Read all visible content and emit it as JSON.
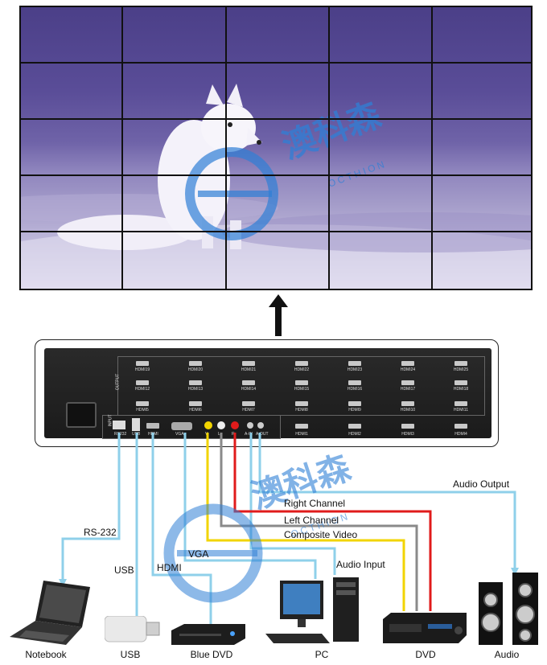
{
  "video_wall": {
    "rows": 5,
    "cols": 5
  },
  "watermark": {
    "chinese": "澳科森",
    "english": "OCTHION"
  },
  "device": {
    "input_port_labels": [
      "HDMI19",
      "HDMI20",
      "HDMI21",
      "HDMI22",
      "HDMI23",
      "HDMI24",
      "HDMI25",
      "HDMI12",
      "HDMI13",
      "HDMI14",
      "HDMI15",
      "HDMI16",
      "HDMI17",
      "HDMI18",
      "HDMI5",
      "HDMI6",
      "HDMI7",
      "HDMI8",
      "HDMI9",
      "HDMI10",
      "HDMI11"
    ],
    "bottom_port_labels": [
      "HDMI1",
      "HDMI2",
      "HDMI3",
      "HDMI4"
    ],
    "panel_labels": [
      "RS232",
      "USB",
      "HDMI",
      "VGA",
      "V",
      "L",
      "R",
      "A-IN",
      "A-OUT",
      "OUTPUT",
      "INPUT"
    ]
  },
  "connection_labels": {
    "audio_output": "Audio Output",
    "right_channel": "Right Channel",
    "left_channel": "Left Channel",
    "composite_video": "Composite Video",
    "rs232": "RS-232",
    "vga": "VGA",
    "audio_input": "Audio Input",
    "usb": "USB",
    "hdmi": "HDMI"
  },
  "devices": [
    {
      "key": "notebook",
      "label": "Notebook"
    },
    {
      "key": "usb",
      "label": "USB"
    },
    {
      "key": "blue_dvd",
      "label": "Blue DVD"
    },
    {
      "key": "pc",
      "label": "PC"
    },
    {
      "key": "dvd",
      "label": "DVD"
    },
    {
      "key": "audio",
      "label": "Audio"
    }
  ],
  "colors": {
    "wire_blue": "#8fd0ea",
    "wire_yellow": "#f2d400",
    "wire_red": "#e01b1b",
    "wire_gray": "#8a8a8a",
    "watermark_blue": "#2f7fd6"
  }
}
